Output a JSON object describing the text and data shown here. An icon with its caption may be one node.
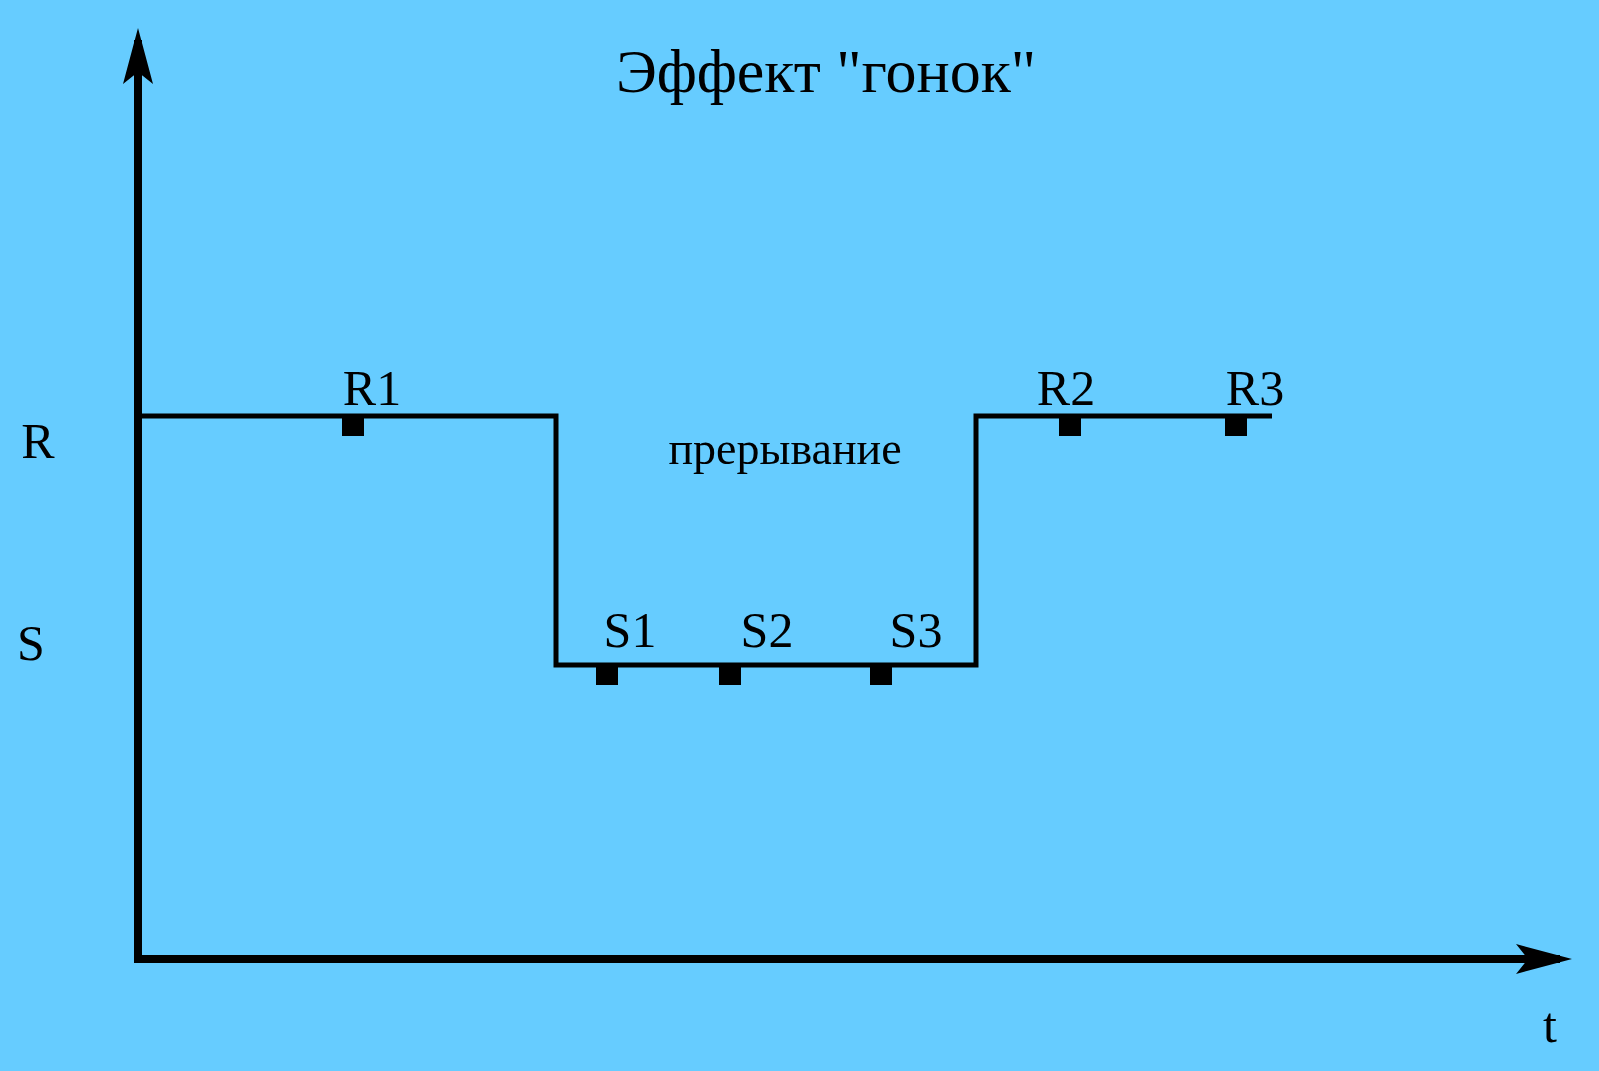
{
  "diagram": {
    "title": "Эффект \"гонок\"",
    "labels": [
      "R1",
      "R2",
      "R3",
      "R",
      "прерывание",
      "S",
      "S1",
      "S2",
      "S3",
      "t"
    ]
  }
}
